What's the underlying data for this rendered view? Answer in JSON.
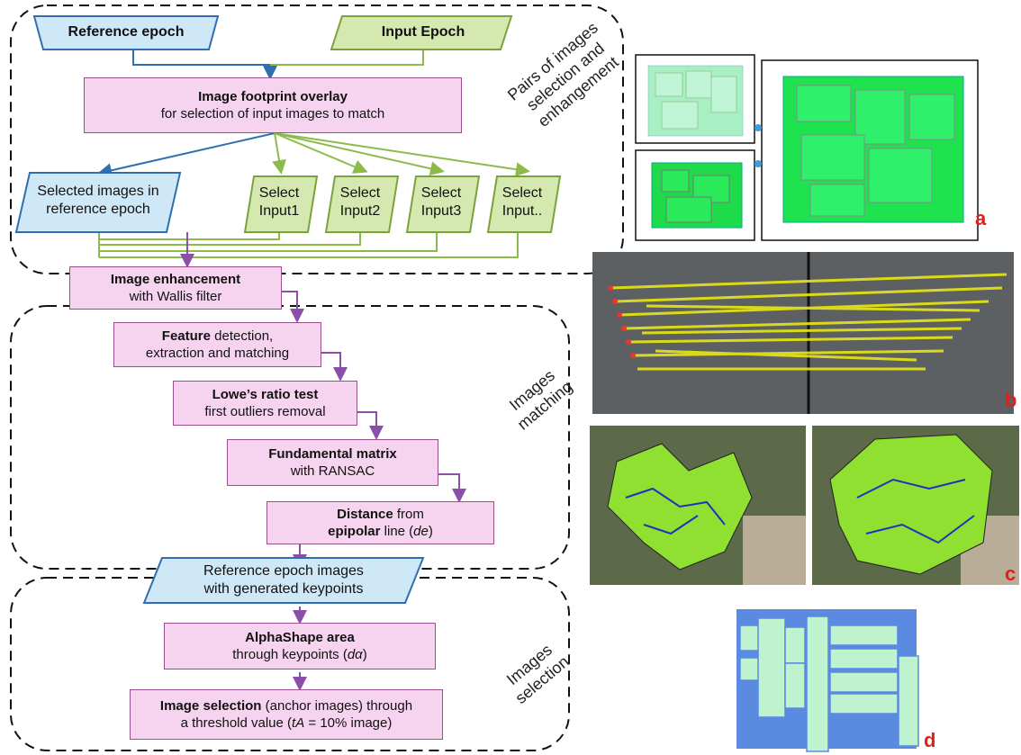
{
  "flow": {
    "reference_epoch": "Reference epoch",
    "input_epoch": "Input Epoch",
    "footprint_title": "Image footprint overlay",
    "footprint_sub": "for selection of input images to match",
    "selected_ref_line1": "Selected images in",
    "selected_ref_line2": "reference epoch",
    "inputs": [
      {
        "line1": "Select",
        "line2": "Input1"
      },
      {
        "line1": "Select",
        "line2": "Input2"
      },
      {
        "line1": "Select",
        "line2": "Input3"
      },
      {
        "line1": "Select",
        "line2": "Input.."
      }
    ],
    "enh_title": "Image enhancement",
    "enh_sub": "with Wallis filter",
    "feat_bold": "Feature",
    "feat_rest": " detection,",
    "feat_line2": "extraction and matching",
    "lowe_title": "Lowe’s ratio test",
    "lowe_sub": "first outliers removal",
    "fund_title": "Fundamental matrix",
    "fund_sub": "with RANSAC",
    "dist_bold": "Distance",
    "dist_rest": " from",
    "dist_line2_bold": "epipolar",
    "dist_line2_rest": " line (",
    "dist_var": "de",
    "dist_close": ")",
    "refkp_line1": "Reference epoch images",
    "refkp_line2": "with generated keypoints",
    "alpha_title": "AlphaShape area",
    "alpha_sub_pre": "through keypoints (",
    "alpha_var": "dα",
    "alpha_close": ")",
    "sel_bold": "Image selection",
    "sel_rest": " (anchor images) through",
    "sel_line2_pre": "a threshold value (",
    "sel_var": "tA",
    "sel_line2_post": " = 10% image)"
  },
  "group_labels": {
    "pairs": [
      "Pairs of images",
      "selection and",
      "enhangement"
    ],
    "matching": [
      "Images",
      "matching"
    ],
    "selection": [
      "Images",
      "selection"
    ]
  },
  "panel_letters": [
    "a",
    "b",
    "c",
    "d"
  ],
  "colors": {
    "box_fill": "#f6d4ef",
    "box_border": "#9a4f8e",
    "ref_fill": "#cfe8f7",
    "ref_border": "#2f6fb0",
    "input_fill": "#d5e8b0",
    "input_border": "#7aa33a",
    "purple_arrow": "#8a4fa8",
    "green_line": "#8dbb4a",
    "blue_line": "#2f6fb0"
  }
}
